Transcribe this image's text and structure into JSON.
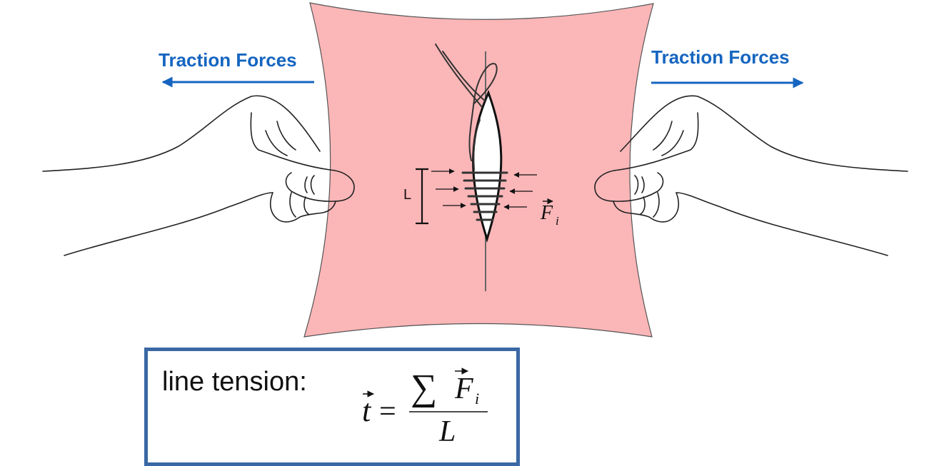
{
  "labels": {
    "traction_left": "Traction Forces",
    "traction_right": "Traction Forces",
    "length_label": "L",
    "force_symbol": "F",
    "force_subscript": "i"
  },
  "formula": {
    "title": "line tension:",
    "lhs": "t",
    "equals": "=",
    "sum": "∑",
    "numerator_symbol": "F",
    "numerator_subscript": "i",
    "denominator": "L"
  },
  "colors": {
    "skin": "#fbb6b8",
    "arrow_blue": "#1565c0",
    "box_border": "#3a68a4"
  }
}
